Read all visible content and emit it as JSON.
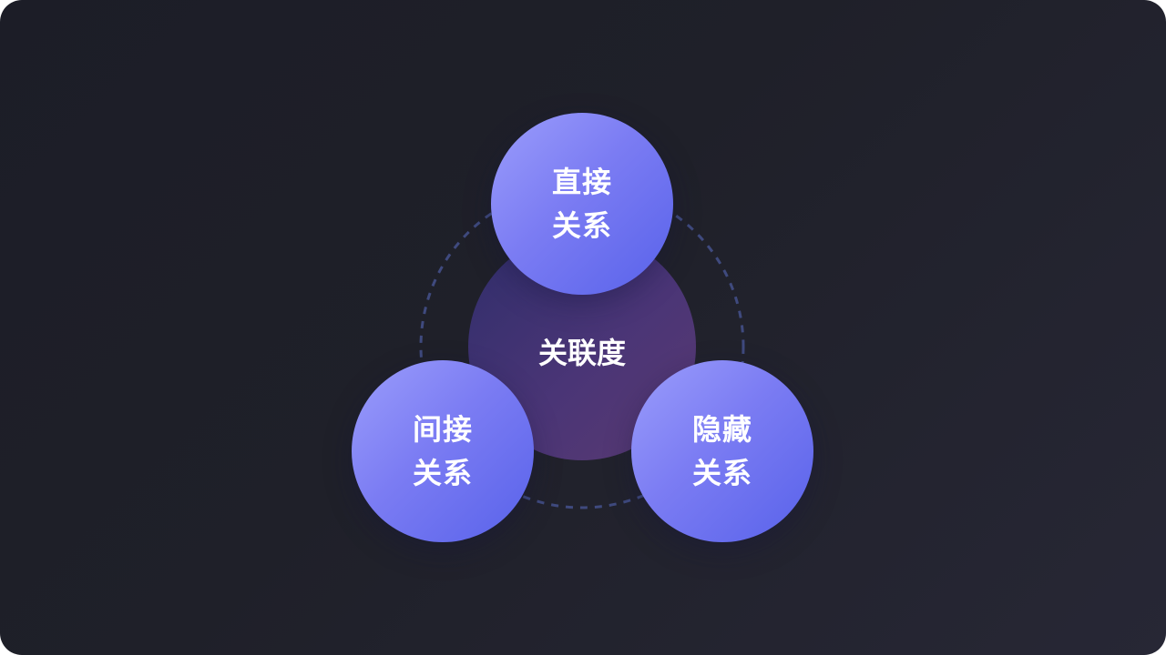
{
  "center": {
    "label": "关联度"
  },
  "nodes": {
    "top": {
      "line1": "直接",
      "line2": "关系"
    },
    "left": {
      "line1": "间接",
      "line2": "关系"
    },
    "right": {
      "line1": "隐藏",
      "line2": "关系"
    }
  },
  "colors": {
    "background": "#1f2029",
    "node_gradient_start": "#9b9dfb",
    "node_gradient_end": "#5862ea",
    "center_gradient_start": "#302e6b",
    "center_gradient_end": "#5a3a72",
    "dashed_ring": "#3f4a7e"
  }
}
